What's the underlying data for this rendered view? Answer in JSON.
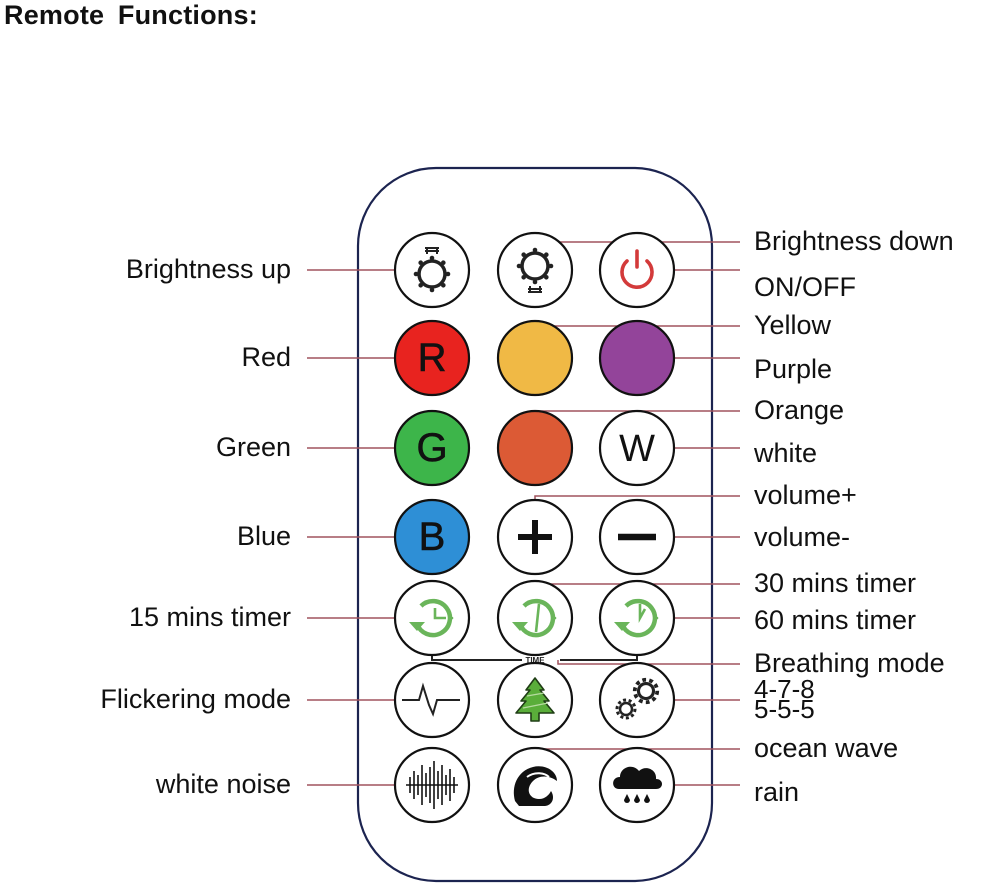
{
  "title": "Remote Functions:",
  "time_caption": "TIME",
  "colors": {
    "remote_outline": "#1c2450",
    "leader_line": "#a0535e",
    "red": "#e8231f",
    "yellow": "#f0b945",
    "purple": "#93449a",
    "green": "#3db54a",
    "orange": "#dc5a35",
    "blue": "#2e8fd6",
    "power_red": "#d33a3a",
    "timer_green": "#6ab55a",
    "tree_green": "#5aae3a"
  },
  "buttons": [
    {
      "id": "brightness-up",
      "icon": "brightness-up-icon",
      "label": "Brightness up",
      "side": "left"
    },
    {
      "id": "brightness-down",
      "icon": "brightness-down-icon",
      "label": "Brightness down",
      "side": "right"
    },
    {
      "id": "on-off",
      "icon": "power-icon",
      "label": "ON/OFF",
      "side": "right"
    },
    {
      "id": "red",
      "icon": "letter-r-icon",
      "letter": "R",
      "label": "Red",
      "side": "left"
    },
    {
      "id": "yellow",
      "icon": "yellow-swatch-icon",
      "label": "Yellow",
      "side": "right"
    },
    {
      "id": "purple",
      "icon": "purple-swatch-icon",
      "label": "Purple",
      "side": "right"
    },
    {
      "id": "green",
      "icon": "letter-g-icon",
      "letter": "G",
      "label": "Green",
      "side": "left"
    },
    {
      "id": "orange",
      "icon": "orange-swatch-icon",
      "label": "Orange",
      "side": "right"
    },
    {
      "id": "white",
      "icon": "letter-w-icon",
      "letter": "W",
      "label": "white",
      "side": "right"
    },
    {
      "id": "blue",
      "icon": "letter-b-icon",
      "letter": "B",
      "label": "Blue",
      "side": "left"
    },
    {
      "id": "volume-up",
      "icon": "plus-icon",
      "label": "volume+",
      "side": "right"
    },
    {
      "id": "volume-down",
      "icon": "minus-icon",
      "label": "volume-",
      "side": "right"
    },
    {
      "id": "timer-15",
      "icon": "timer-15-icon",
      "label": "15 mins timer",
      "side": "left"
    },
    {
      "id": "timer-30",
      "icon": "timer-30-icon",
      "label": "30 mins timer",
      "side": "right"
    },
    {
      "id": "timer-60",
      "icon": "timer-60-icon",
      "label": "60 mins timer",
      "side": "right"
    },
    {
      "id": "flickering",
      "icon": "pulse-wave-icon",
      "label": "Flickering mode",
      "side": "left"
    },
    {
      "id": "breathing",
      "icon": "tree-icon",
      "label": "Breathing mode",
      "side": "right"
    },
    {
      "id": "breathing-pattern",
      "icon": "gears-icon",
      "label_lines": [
        "4-7-8",
        "5-5-5"
      ],
      "side": "right"
    },
    {
      "id": "white-noise",
      "icon": "sound-wave-icon",
      "label": "white noise",
      "side": "left"
    },
    {
      "id": "ocean-wave",
      "icon": "ocean-wave-icon",
      "label": "ocean wave",
      "side": "right"
    },
    {
      "id": "rain",
      "icon": "rain-cloud-icon",
      "label": "rain",
      "side": "right"
    }
  ]
}
